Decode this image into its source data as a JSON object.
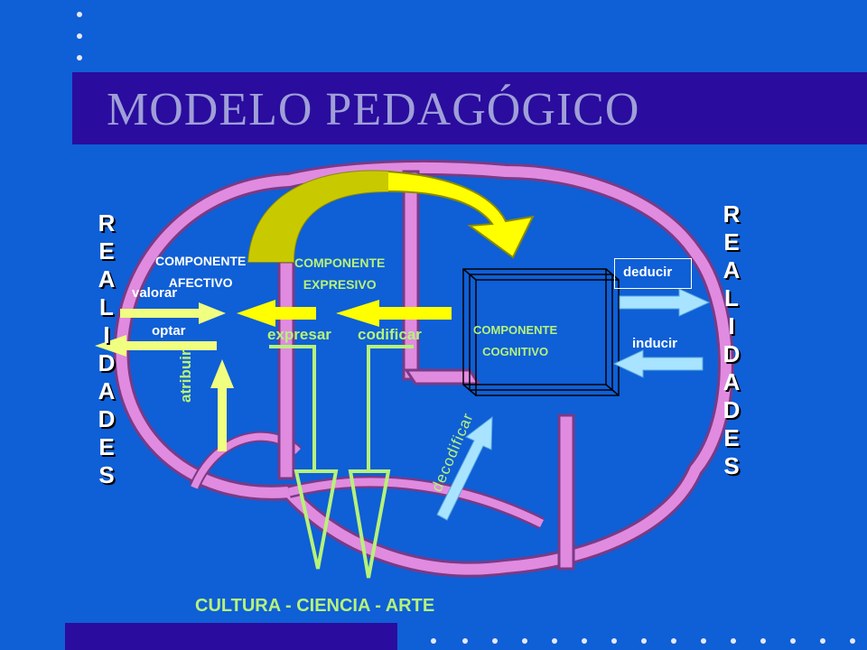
{
  "title": "MODELO PEDAGÓGICO",
  "left_word": "R\nE\nA\nL\nI\nD\nA\nD\nE\nS",
  "right_word": "R\nE\nA\nL\nI\nD\nA\nD\nE\nS",
  "components": {
    "afectivo": "COMPONENTE\nAFECTIVO",
    "expresivo": "COMPONENTE\nEXPRESIVO",
    "cognitivo": "COMPONENTE\nCOGNITIVO"
  },
  "verbs": {
    "valorar": "valorar",
    "optar": "optar",
    "atribuir": "atribuir",
    "expresar": "expresar",
    "codificar": "codificar",
    "deducir": "deducir",
    "inducir": "inducir",
    "decodificar": "decodificar"
  },
  "footer": "CULTURA - CIENCIA - ARTE",
  "colors": {
    "background": "#0f5fd6",
    "title_band": "#2a0c9e",
    "title_text": "#9f9fd8",
    "brain_pink": "#e08be0",
    "arrow_yellow": "#ffff00",
    "arrow_lightyellow": "#f0ff80",
    "arrow_lightblue": "#a8e4ff",
    "label_green": "#b6f27a"
  }
}
